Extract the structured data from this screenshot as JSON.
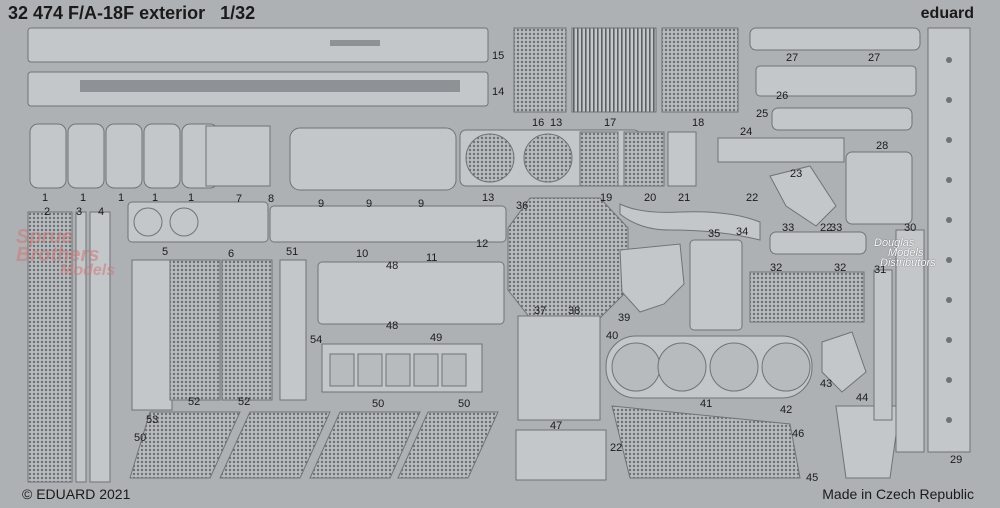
{
  "title": "32 474 F/A-18F exterior",
  "scale": "1/32",
  "brand": "eduard",
  "copyright": "© EDUARD 2021",
  "origin": "Made in Czech Republic",
  "watermark_sbs": [
    "Sprue",
    "Brothers",
    "Models"
  ],
  "watermark_dd": [
    "Douglas",
    "Models",
    "Distributors"
  ],
  "part_numbers": [
    "1",
    "1",
    "1",
    "1",
    "1",
    "2",
    "3",
    "4",
    "5",
    "6",
    "7",
    "8",
    "9",
    "9",
    "9",
    "10",
    "11",
    "12",
    "13",
    "13",
    "14",
    "15",
    "16",
    "17",
    "18",
    "19",
    "20",
    "21",
    "22",
    "22",
    "22",
    "23",
    "24",
    "25",
    "26",
    "27",
    "27",
    "28",
    "29",
    "30",
    "31",
    "32",
    "32",
    "33",
    "33",
    "34",
    "35",
    "36",
    "37",
    "38",
    "39",
    "40",
    "41",
    "42",
    "43",
    "44",
    "45",
    "46",
    "47",
    "48",
    "48",
    "49",
    "50",
    "50",
    "50",
    "51",
    "52",
    "52",
    "53",
    "54"
  ],
  "colors": {
    "sheet": "#aeb1b4",
    "part": "#c4c7ca",
    "edge": "#6f7377",
    "dark": "#3a3d40"
  }
}
